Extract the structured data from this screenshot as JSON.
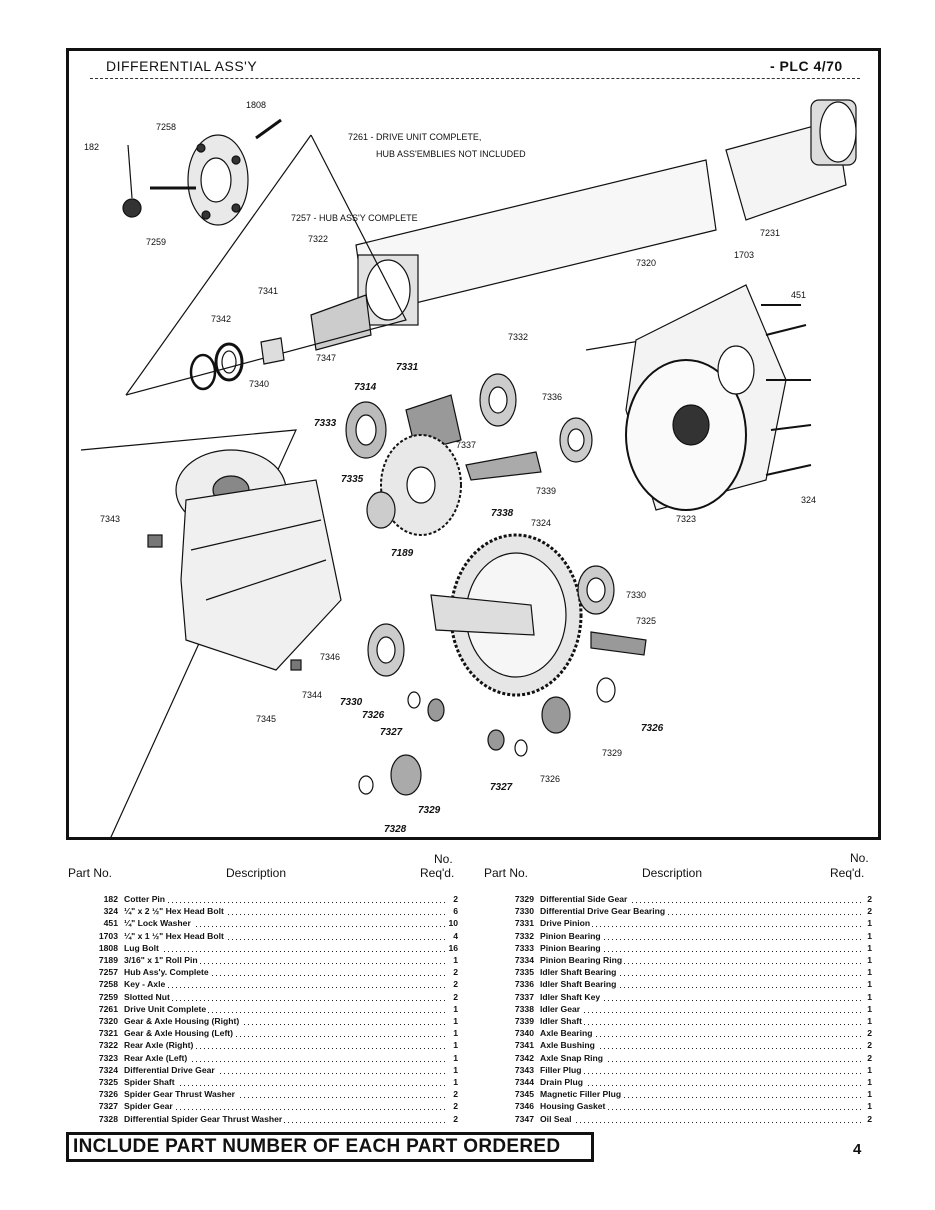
{
  "header": {
    "title": "DIFFERENTIAL ASS'Y",
    "code": "- PLC 4/70"
  },
  "diagram_labels": {
    "l182": "182",
    "l7258": "7258",
    "l1808": "1808",
    "l7259": "7259",
    "l7261a": "7261 - DRIVE UNIT COMPLETE,",
    "l7261b": "HUB ASS'EMBLIES NOT INCLUDED",
    "l7257": "7257 - HUB ASS'Y COMPLETE",
    "l7322": "7322",
    "l7231": "7231",
    "l7320": "7320",
    "l1703": "1703",
    "l451": "451",
    "l7341": "7341",
    "l7342": "7342",
    "l7340": "7340",
    "l7347": "7347",
    "l7332": "7332",
    "l7331": "7331",
    "l7314": "7314",
    "l7336": "7336",
    "l7333": "7333",
    "l7337": "7337",
    "l7339": "7339",
    "l7335": "7335",
    "l7338": "7338",
    "l7324": "7324",
    "l7323": "7323",
    "l324": "324",
    "l7343": "7343",
    "l7189": "7189",
    "l7330a": "7330",
    "l7325": "7325",
    "l7346": "7346",
    "l7344": "7344",
    "l7345": "7345",
    "l7330b": "7330",
    "l7326a": "7326",
    "l7327a": "7327",
    "l7326b": "7326",
    "l7329a": "7329",
    "l7327b": "7327",
    "l7326c": "7326",
    "l7329b": "7329",
    "l7328": "7328"
  },
  "table_headers": {
    "no": "No.",
    "part_no": "Part No.",
    "description": "Description",
    "reqd": "Req'd."
  },
  "left_parts": [
    {
      "part": "182",
      "desc": "Cotter Pin",
      "qty": "2"
    },
    {
      "part": "324",
      "desc": "¼\" x 2 ½\" Hex Head Bolt",
      "qty": "6"
    },
    {
      "part": "451",
      "desc": "¼\" Lock Washer",
      "qty": "10"
    },
    {
      "part": "1703",
      "desc": "¼\" x 1 ½\" Hex Head Bolt",
      "qty": "4"
    },
    {
      "part": "1808",
      "desc": "Lug Bolt",
      "qty": "16"
    },
    {
      "part": "7189",
      "desc": "3/16\" x 1\" Roll Pin",
      "qty": "1"
    },
    {
      "part": "7257",
      "desc": "Hub Ass'y. Complete",
      "qty": "2"
    },
    {
      "part": "7258",
      "desc": "Key - Axle",
      "qty": "2"
    },
    {
      "part": "7259",
      "desc": "Slotted Nut",
      "qty": "2"
    },
    {
      "part": "7261",
      "desc": "Drive Unit Complete",
      "qty": "1"
    },
    {
      "part": "7320",
      "desc": "Gear & Axle Housing (Right)",
      "qty": "1"
    },
    {
      "part": "7321",
      "desc": "Gear & Axle Housing (Left)",
      "qty": "1"
    },
    {
      "part": "7322",
      "desc": "Rear Axle (Right)",
      "qty": "1"
    },
    {
      "part": "7323",
      "desc": "Rear Axle (Left)",
      "qty": "1"
    },
    {
      "part": "7324",
      "desc": "Differential Drive Gear",
      "qty": "1"
    },
    {
      "part": "7325",
      "desc": "Spider Shaft",
      "qty": "1"
    },
    {
      "part": "7326",
      "desc": "Spider Gear Thrust Washer",
      "qty": "2"
    },
    {
      "part": "7327",
      "desc": "Spider Gear",
      "qty": "2"
    },
    {
      "part": "7328",
      "desc": "Differential Spider Gear Thrust Washer",
      "qty": "2"
    }
  ],
  "right_parts": [
    {
      "part": "7329",
      "desc": "Differential Side Gear",
      "qty": "2"
    },
    {
      "part": "7330",
      "desc": "Differential Drive Gear Bearing",
      "qty": "2"
    },
    {
      "part": "7331",
      "desc": "Drive Pinion",
      "qty": "1"
    },
    {
      "part": "7332",
      "desc": "Pinion Bearing",
      "qty": "1"
    },
    {
      "part": "7333",
      "desc": "Pinion Bearing",
      "qty": "1"
    },
    {
      "part": "7334",
      "desc": "Pinion Bearing Ring",
      "qty": "1"
    },
    {
      "part": "7335",
      "desc": "Idler Shaft Bearing",
      "qty": "1"
    },
    {
      "part": "7336",
      "desc": "Idler Shaft Bearing",
      "qty": "1"
    },
    {
      "part": "7337",
      "desc": "Idler Shaft Key",
      "qty": "1"
    },
    {
      "part": "7338",
      "desc": "Idler Gear",
      "qty": "1"
    },
    {
      "part": "7339",
      "desc": "Idler Shaft",
      "qty": "1"
    },
    {
      "part": "7340",
      "desc": "Axle Bearing",
      "qty": "2"
    },
    {
      "part": "7341",
      "desc": "Axle Bushing",
      "qty": "2"
    },
    {
      "part": "7342",
      "desc": "Axle Snap Ring",
      "qty": "2"
    },
    {
      "part": "7343",
      "desc": "Filler Plug",
      "qty": "1"
    },
    {
      "part": "7344",
      "desc": "Drain Plug",
      "qty": "1"
    },
    {
      "part": "7345",
      "desc": "Magnetic Filler Plug",
      "qty": "1"
    },
    {
      "part": "7346",
      "desc": "Housing Gasket",
      "qty": "1"
    },
    {
      "part": "7347",
      "desc": "Oil Seal",
      "qty": "2"
    }
  ],
  "footer": {
    "notice": "INCLUDE PART NUMBER OF EACH PART ORDERED",
    "page": "4"
  }
}
